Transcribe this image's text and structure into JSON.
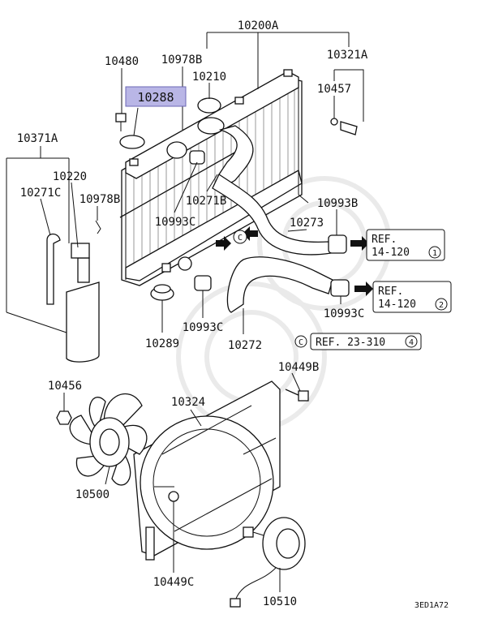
{
  "labels": {
    "p10200A": "10200A",
    "p10480": "10480",
    "p10978B_top": "10978B",
    "p10210": "10210",
    "p10321A": "10321A",
    "p10457": "10457",
    "p10288": "10288",
    "p10371A": "10371A",
    "p10220": "10220",
    "p10271C": "10271C",
    "p10978B_left": "10978B",
    "p10271B": "10271B",
    "p10993C_a": "10993C",
    "p10993B": "10993B",
    "p10273": "10273",
    "p10289": "10289",
    "p10993C_b": "10993C",
    "p10272": "10272",
    "p10993C_c": "10993C",
    "p10456": "10456",
    "p10449B": "10449B",
    "p10324": "10324",
    "p10500": "10500",
    "p10449C": "10449C",
    "p10510": "10510"
  },
  "refs": {
    "ref1_line1": "REF.",
    "ref1_line2": "14-120",
    "ref1_num": "1",
    "ref2_line1": "REF.",
    "ref2_line2": "14-120",
    "ref2_num": "2",
    "ref3_marker": "C",
    "ref3_text": "REF. 23-310",
    "ref3_num": "4",
    "marker_c": "C"
  },
  "diagram_code": "3ED1A72",
  "highlight": {
    "part": "10288",
    "color": "#b9b6e6"
  }
}
